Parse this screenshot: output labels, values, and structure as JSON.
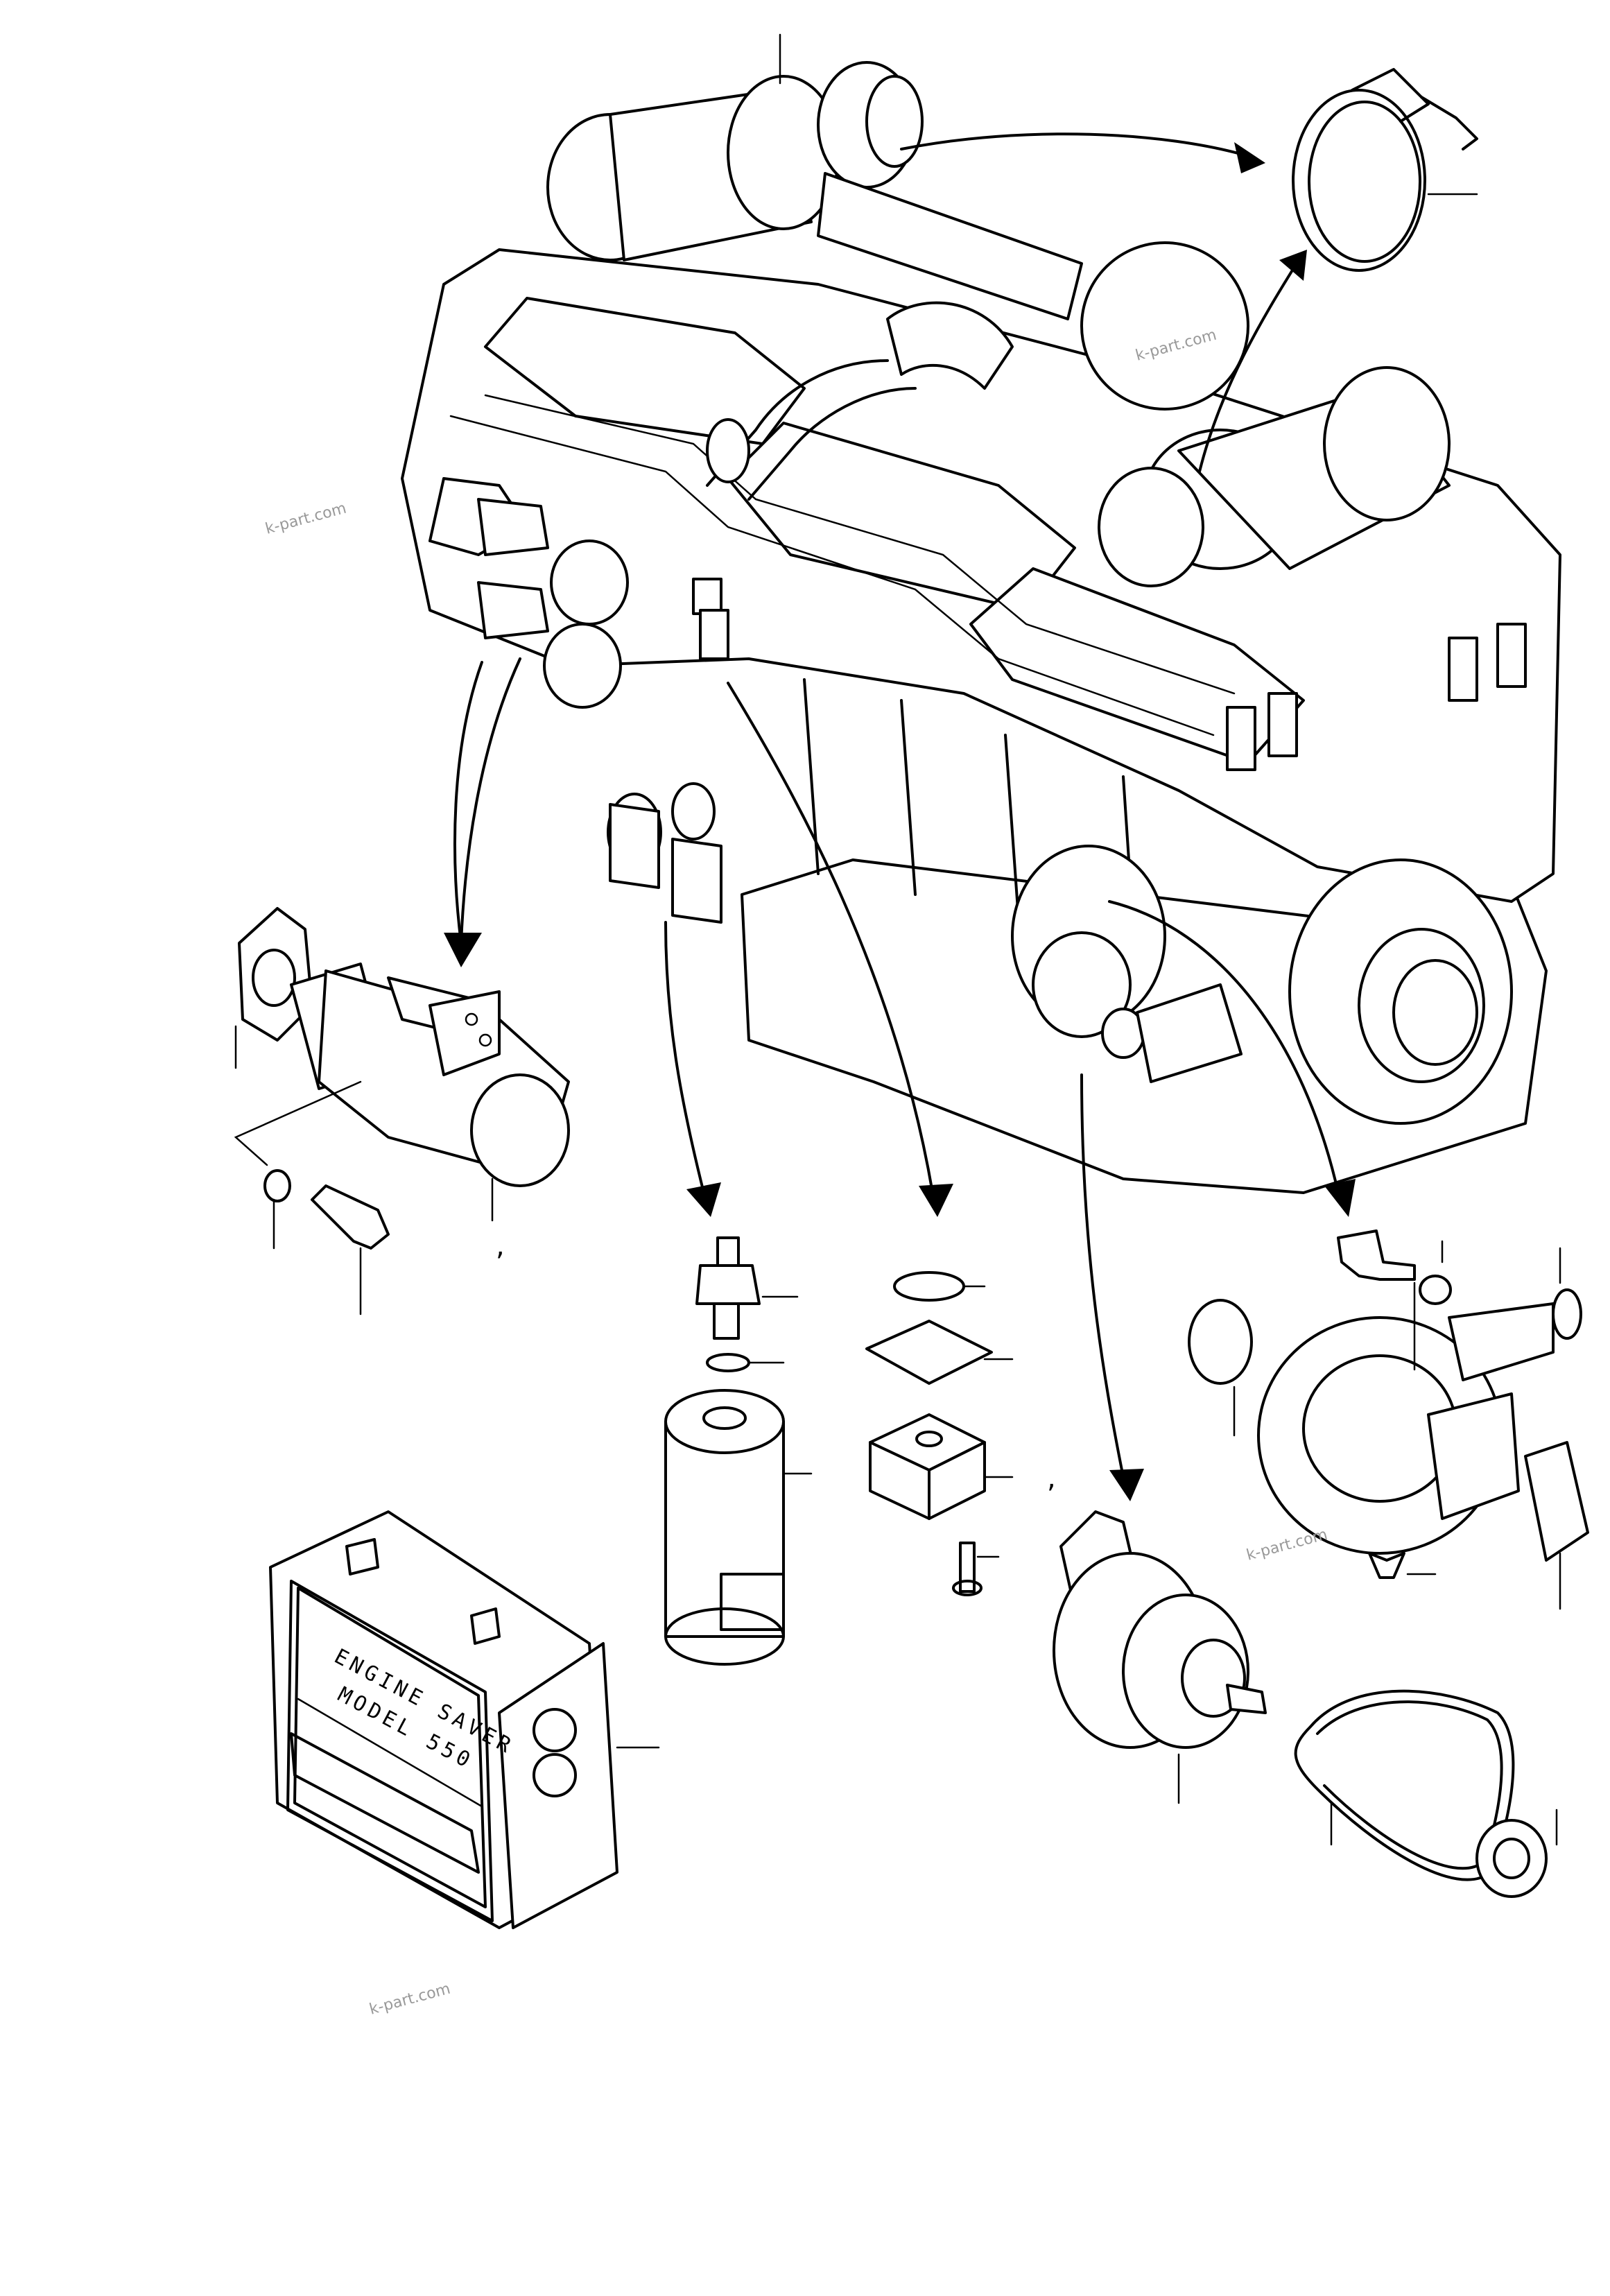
{
  "watermark": "k-part.com",
  "watermark_alt": "k-part.com",
  "plate": {
    "line1": "ENGINE SAVER",
    "line2": "MODEL 550"
  },
  "stray_marks": [
    ",",
    ","
  ]
}
